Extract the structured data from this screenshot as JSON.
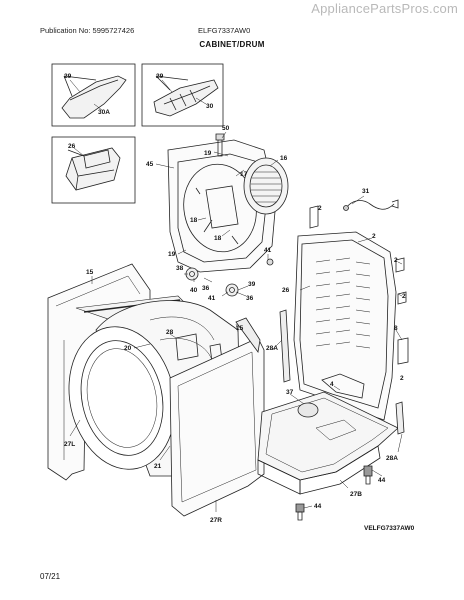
{
  "header": {
    "watermark": "AppliancePartsPros.com",
    "publication": "Publication No: 5995727426",
    "model": "ELFG7337AW0",
    "section_title": "CABINET/DRUM"
  },
  "callouts": {
    "c29a": "29",
    "c30a": "30A",
    "c29b": "29",
    "c30": "30",
    "c26": "26",
    "c50": "50",
    "c19a": "19",
    "c16": "16",
    "c45": "45",
    "c17": "17",
    "c18a": "18",
    "c18b": "18",
    "c19b": "19",
    "c41a": "41",
    "c38": "38",
    "c40": "40",
    "c36a": "36",
    "c41b": "41",
    "c39": "39",
    "c36b": "36",
    "c31": "31",
    "c2a": "2",
    "c2b": "2",
    "c2c": "2",
    "c2d": "2",
    "c2e": "2",
    "c26b": "26",
    "c8": "8",
    "c15a": "15",
    "c15b": "15",
    "c20": "20",
    "c28": "28",
    "c28a": "28A",
    "c37": "37",
    "c4": "4",
    "c27l": "27L",
    "c21": "21",
    "c27r": "27R",
    "c27b": "27B",
    "c28b": "28A",
    "c44a": "44",
    "c44b": "44"
  },
  "diagram_id": "VELFG7337AW0",
  "footer": {
    "date": "07/21"
  }
}
